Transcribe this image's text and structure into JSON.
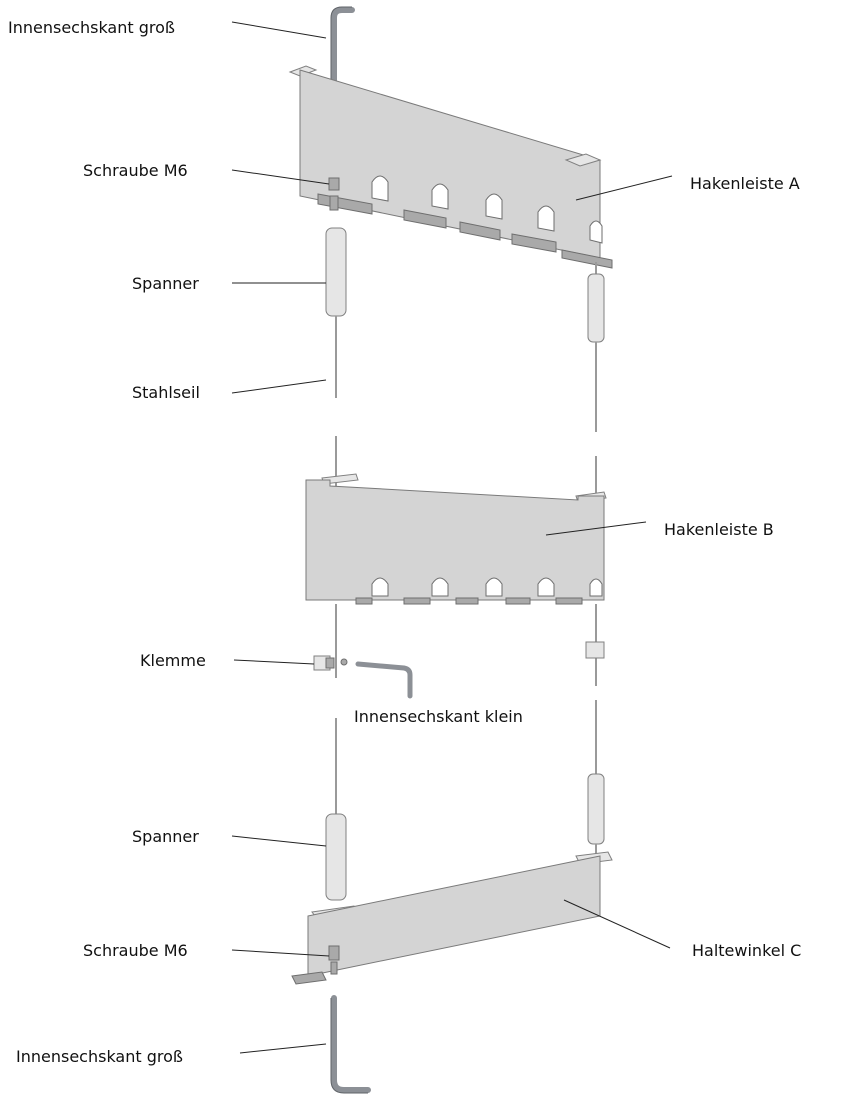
{
  "labels": {
    "hexkey_large_top": "Innensechskant groß",
    "screw_top": "Schraube M6",
    "tensioner_top": "Spanner",
    "steel_cable": "Stahlseil",
    "hook_rail_a": "Hakenleiste A",
    "hook_rail_b": "Hakenleiste B",
    "clamp": "Klemme",
    "hexkey_small": "Innensechskant klein",
    "tensioner_bottom": "Spanner",
    "screw_bottom": "Schraube M6",
    "bracket_c": "Haltewinkel C",
    "hexkey_large_bottom": "Innensechskant groß"
  },
  "colors": {
    "metal": "#d4d4d4",
    "metal_dark": "#a9a9a9",
    "hexkey": "#8c9096",
    "text": "#111111"
  }
}
